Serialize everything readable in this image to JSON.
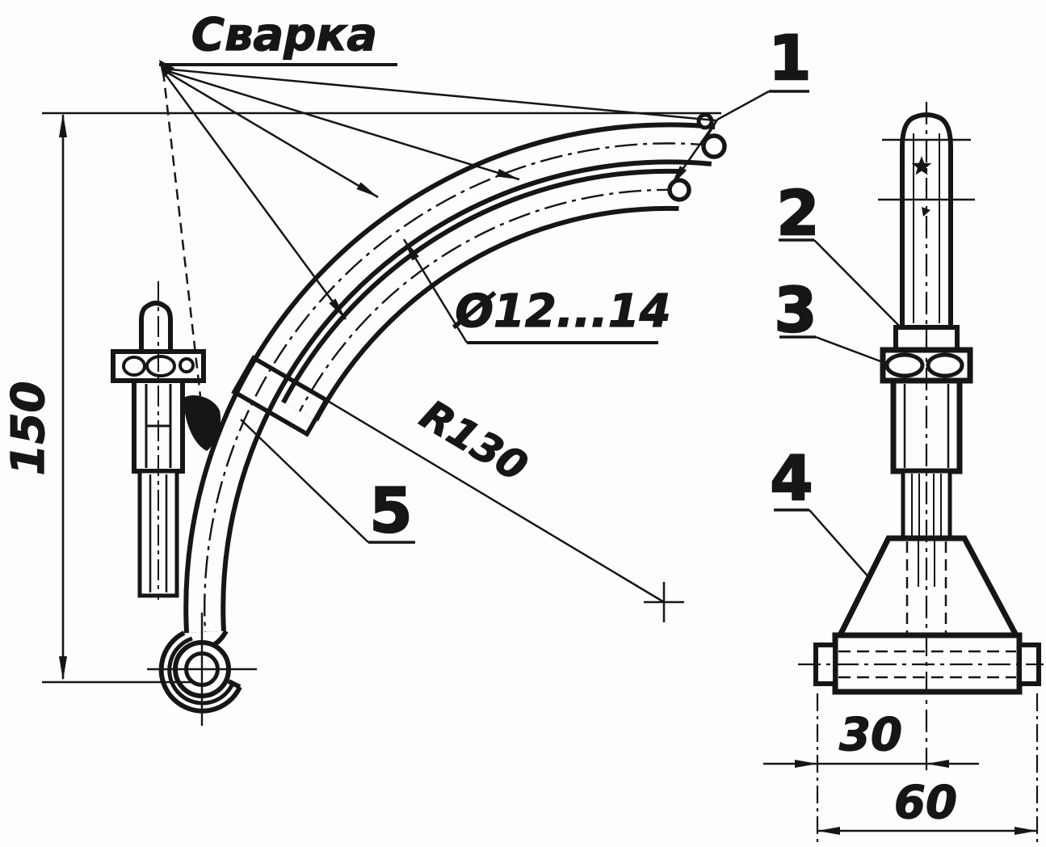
{
  "colors": {
    "ink": "#161616",
    "paper": "#fdfdfb"
  },
  "annotations": {
    "weld": "Сварка",
    "diameter": "Ø12...14",
    "radius": "R130"
  },
  "dimensions": {
    "height": "150",
    "tube_half_length": "30",
    "tube_length": "60"
  },
  "parts": {
    "p1": "1",
    "p2": "2",
    "p3": "3",
    "p4": "4",
    "p5": "5"
  }
}
